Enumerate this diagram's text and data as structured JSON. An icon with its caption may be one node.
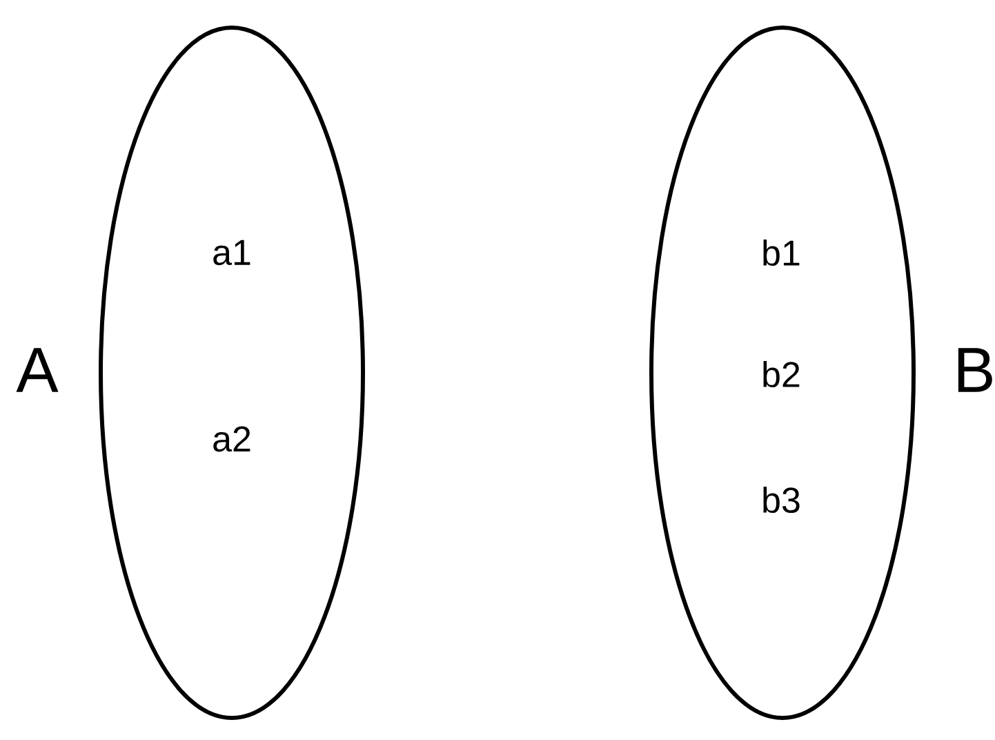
{
  "diagram": {
    "nodes": [
      {
        "text": [
          "A",
          "a1",
          "a2"
        ]
      },
      {
        "text": [
          "B",
          "b1",
          "b2",
          "b3"
        ]
      }
    ]
  }
}
